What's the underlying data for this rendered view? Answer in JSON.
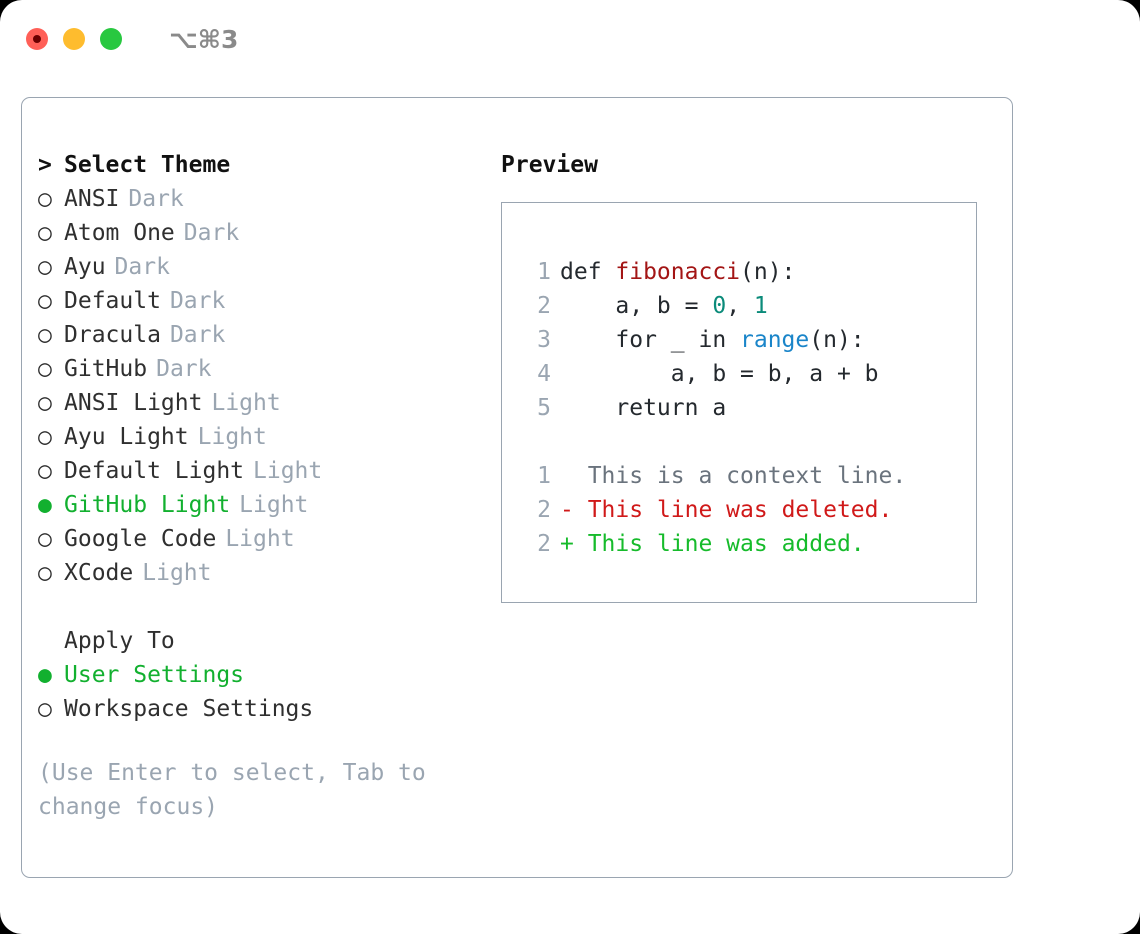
{
  "titlebar": {
    "shortcut": "⌥⌘3",
    "buttons": {
      "close": "close-button",
      "minimize": "minimize-button",
      "maximize": "maximize-button"
    }
  },
  "theme_section": {
    "caret": ">",
    "header": "Select Theme",
    "marker_unselected": "○",
    "marker_selected": "●",
    "items": [
      {
        "name": "ANSI",
        "category": "Dark",
        "selected": false
      },
      {
        "name": "Atom One",
        "category": "Dark",
        "selected": false
      },
      {
        "name": "Ayu",
        "category": "Dark",
        "selected": false
      },
      {
        "name": "Default",
        "category": "Dark",
        "selected": false
      },
      {
        "name": "Dracula",
        "category": "Dark",
        "selected": false
      },
      {
        "name": "GitHub",
        "category": "Dark",
        "selected": false
      },
      {
        "name": "ANSI Light",
        "category": "Light",
        "selected": false
      },
      {
        "name": "Ayu Light",
        "category": "Light",
        "selected": false
      },
      {
        "name": "Default Light",
        "category": "Light",
        "selected": false
      },
      {
        "name": "GitHub Light",
        "category": "Light",
        "selected": true
      },
      {
        "name": "Google Code",
        "category": "Light",
        "selected": false
      },
      {
        "name": "XCode",
        "category": "Light",
        "selected": false
      }
    ]
  },
  "apply_to_section": {
    "header": "Apply To",
    "items": [
      {
        "name": "User Settings",
        "selected": true
      },
      {
        "name": "Workspace Settings",
        "selected": false
      }
    ]
  },
  "hint": "(Use Enter to select, Tab to change focus)",
  "preview": {
    "title": "Preview",
    "code_lines": [
      {
        "number": "1",
        "tokens": [
          {
            "text": "def ",
            "type": "plain"
          },
          {
            "text": "fibonacci",
            "type": "fn"
          },
          {
            "text": "(n):",
            "type": "plain"
          }
        ]
      },
      {
        "number": "2",
        "tokens": [
          {
            "text": "    a, b = ",
            "type": "plain"
          },
          {
            "text": "0",
            "type": "num"
          },
          {
            "text": ", ",
            "type": "plain"
          },
          {
            "text": "1",
            "type": "num"
          }
        ]
      },
      {
        "number": "3",
        "tokens": [
          {
            "text": "    for _ in ",
            "type": "plain"
          },
          {
            "text": "range",
            "type": "call"
          },
          {
            "text": "(n):",
            "type": "plain"
          }
        ]
      },
      {
        "number": "4",
        "tokens": [
          {
            "text": "        a, b = b, a + b",
            "type": "plain"
          }
        ]
      },
      {
        "number": "5",
        "tokens": [
          {
            "text": "    return a",
            "type": "plain"
          }
        ]
      }
    ],
    "diff_lines": [
      {
        "number": "1",
        "prefix": "  ",
        "text": "This is a context line.",
        "type": "ctx"
      },
      {
        "number": "2",
        "prefix": "- ",
        "text": "This line was deleted.",
        "type": "del"
      },
      {
        "number": "2",
        "prefix": "+ ",
        "text": "This line was added.",
        "type": "add"
      }
    ]
  },
  "colors": {
    "accent_green": "#12b02f",
    "muted": "#9aa5b1",
    "text": "#2f2f2f",
    "border": "#9aa5b1",
    "syntax_function": "#a31515",
    "syntax_number": "#0b8b7a",
    "syntax_call": "#1a85c9",
    "diff_deleted": "#d01919",
    "diff_added": "#16bb2b",
    "diff_context": "#6a737d",
    "light_red": "#ff5f57",
    "light_yellow": "#febc2e",
    "light_green": "#28c840"
  }
}
